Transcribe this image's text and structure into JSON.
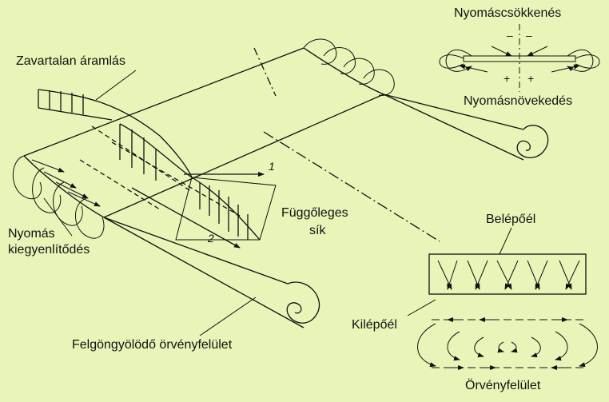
{
  "labels": {
    "undisturbed_flow": "Zavartalan áramlás",
    "pressure_equalization_line1": "Nyomás",
    "pressure_equalization_line2": "kiegyenlítődés",
    "vertical_plane_line1": "Függőleges",
    "vertical_plane_line2": "sík",
    "rolling_vortex_surface": "Felgöngyölödő örvényfelület",
    "pressure_decrease": "Nyomáscsökkenés",
    "pressure_increase": "Nyomásnövekedés",
    "leading_edge": "Belépőél",
    "trailing_edge": "Kilépőél",
    "vortex_surface": "Örvényfelület",
    "line_1": "1",
    "line_2": "2",
    "minus_sign": "–",
    "plus_sign": "+"
  },
  "colors": {
    "background": "#e8f5b8",
    "ink": "#111111"
  }
}
